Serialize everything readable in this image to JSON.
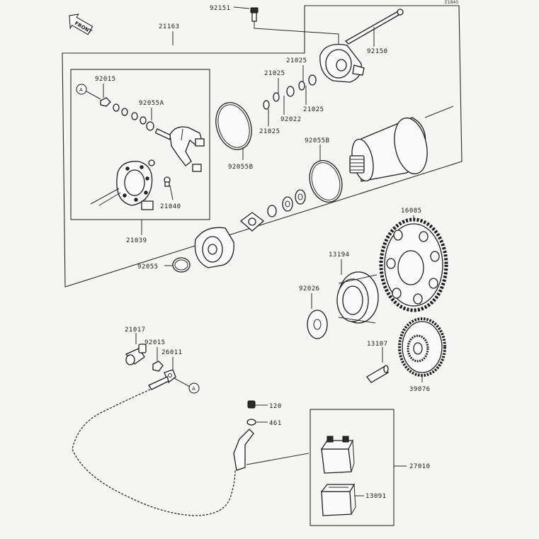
{
  "page": {
    "diagram_id": "E1840",
    "front_label": "FRONT",
    "ref_mark": "A"
  },
  "parts": {
    "p92151": "92151",
    "p21163": "21163",
    "p92150": "92150",
    "p92015_top": "92015",
    "p92055A": "92055A",
    "p21025_a": "21025",
    "p21025_b": "21025",
    "p21025_c": "21025",
    "p21025_d": "21025",
    "p92022": "92022",
    "p92055B_a": "92055B",
    "p92055B_b": "92055B",
    "p21040": "21040",
    "p21039": "21039",
    "p16085": "16085",
    "p13194": "13194",
    "p92055": "92055",
    "p92026": "92026",
    "p21017": "21017",
    "p92015_bot": "92015",
    "p26011": "26011",
    "p13107": "13107",
    "p39076": "39076",
    "p120": "120",
    "p461": "461",
    "p27010": "27010",
    "p13091": "13091"
  }
}
